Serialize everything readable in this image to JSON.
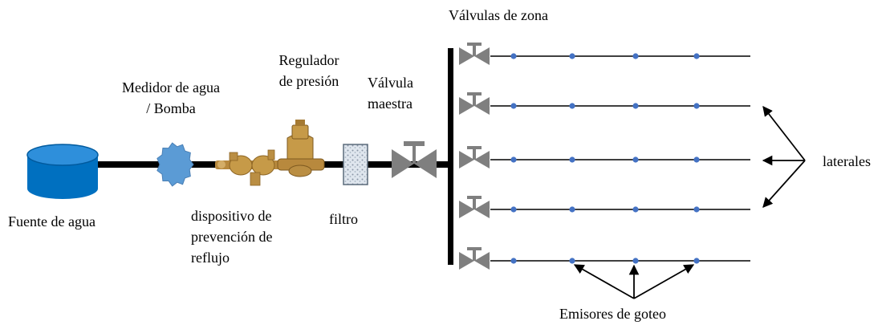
{
  "labels": {
    "zone_valves": "Válvulas de zona",
    "pressure_regulator": [
      "Regulador",
      "de presión"
    ],
    "water_meter": [
      "Medidor de agua",
      "/ Bomba"
    ],
    "master_valve": [
      "Válvula",
      "maestra"
    ],
    "laterals": "laterales",
    "water_source": "Fuente de agua",
    "backflow_device": [
      "dispositivo de",
      "prevención de",
      "reflujo"
    ],
    "filter": "filtro",
    "drip_emitters": "Emisores de goteo"
  },
  "colors": {
    "pipe": "#000000",
    "source_tank": "#0070C0",
    "meter": "#5B9BD5",
    "brass": "#C69A48",
    "valve": "#7F7F7F",
    "emitter": "#4472C4",
    "lateral_line": "#000000"
  },
  "zones": [
    {
      "emitters": 4
    },
    {
      "emitters": 4
    },
    {
      "emitters": 4
    },
    {
      "emitters": 4
    },
    {
      "emitters": 4
    }
  ]
}
